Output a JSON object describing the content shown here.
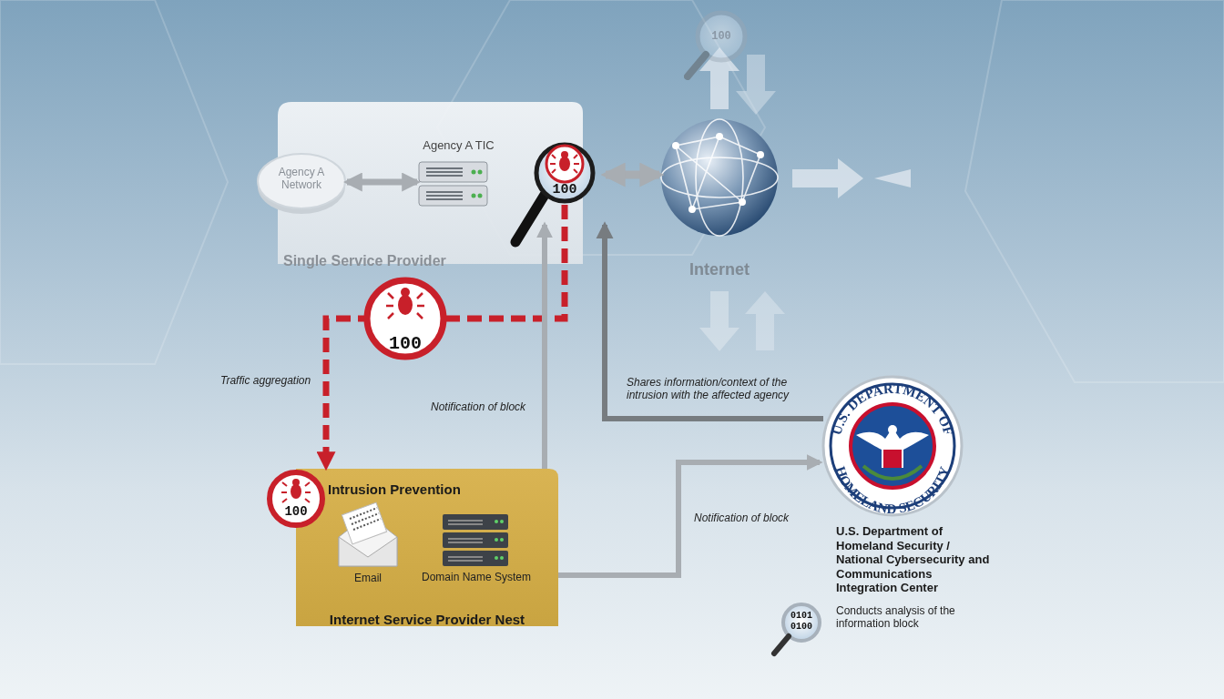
{
  "diagram": {
    "nodes": [
      {
        "text": [
          "Single Service Provider"
        ]
      },
      {
        "text": [
          "Agency A Network"
        ],
        "in": 0
      },
      {
        "text": [
          "Agency A TIC"
        ],
        "in": 0
      },
      {
        "text": [
          "Internet"
        ]
      },
      {
        "text": [
          "Intrusion Prevention",
          "Internet Service Provider Nest"
        ]
      },
      {
        "text": [
          "Email"
        ],
        "in": 4
      },
      {
        "text": [
          "Domain Name System"
        ],
        "in": 4
      },
      {
        "text": [
          "U.S. Department of Homeland Security / National Cybersecurity and Communications Integration Center"
        ]
      }
    ],
    "edges": [
      {
        "from": 1,
        "to": 2,
        "arrow": "both"
      },
      {
        "from": 2,
        "to": 3,
        "arrow": "both"
      },
      {
        "from": 2,
        "to": 4,
        "label": "Traffic aggregation",
        "arrow": "to"
      },
      {
        "from": 4,
        "to": 2,
        "label": "Notification of block",
        "arrow": "to"
      },
      {
        "from": 4,
        "to": 7,
        "label": "Notification of block",
        "arrow": "to"
      },
      {
        "from": 7,
        "to": 2,
        "label": "Shares information/context of the intrusion with the affected agency",
        "arrow": "to"
      }
    ],
    "labels": [
      "100",
      "100",
      "100",
      "100",
      "U.S. DEPARTMENT OF",
      "HOMELAND SECURITY",
      "Conducts analysis of the information block",
      "0101",
      "0100"
    ]
  }
}
